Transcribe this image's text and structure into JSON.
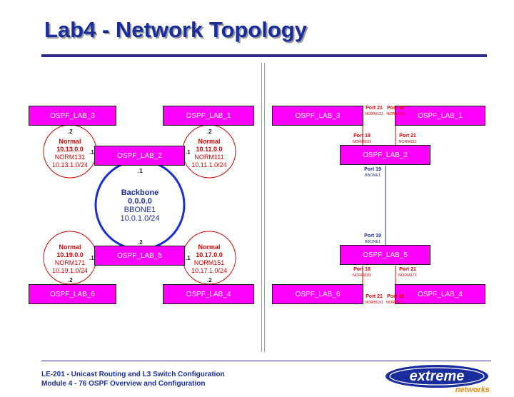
{
  "title": "Lab4 - Network Topology",
  "footer": {
    "line1": "LE-201 - Unicast Routing and L3 Switch Configuration",
    "line2": "Module 4 - 76  OSPF Overview and Configuration"
  },
  "logo": {
    "word": "extreme",
    "sub": "networks"
  },
  "colors": {
    "router_fill": "#ff00ff",
    "title": "#1a2d9c",
    "normal_area": "#d40000",
    "backbone": "#1a2dd8"
  },
  "left": {
    "routers": {
      "lab3": "OSPF_LAB_3",
      "lab1": "OSPF_LAB_1",
      "lab2": "OSPF_LAB_2",
      "lab5": "OSPF_LAB_5",
      "lab6": "OSPF_LAB_6",
      "lab4": "OSPF_LAB_4"
    },
    "areas": {
      "a13": {
        "type": "Normal",
        "id": "10.13.0.0",
        "vlan": "NORM131",
        "subnet": "10.13.1.0/24"
      },
      "a11": {
        "type": "Normal",
        "id": "10.11.0.0",
        "vlan": "NORM111",
        "subnet": "10.11.1.0/24"
      },
      "backbone": {
        "type": "Backbone",
        "id": "0.0.0.0",
        "vlan": "BBONE1",
        "subnet": "10.0.1.0/24"
      },
      "a19": {
        "type": "Normal",
        "id": "10.19.0.0",
        "vlan": "NORM171",
        "subnet": "10.19.1.0/24"
      },
      "a17": {
        "type": "Normal",
        "id": "10.17.0.0",
        "vlan": "NORM151",
        "subnet": "10.17.1.0/24"
      }
    },
    "ips": {
      "a13_top": ".2",
      "a11_top": ".2",
      "a13_lab2": ".1",
      "a11_lab2": ".1",
      "bb_lab2": ".1",
      "bb_lab5": ".2",
      "a19_lab5": ".1",
      "a17_lab5": ".1",
      "a19_bottom": ".2",
      "a17_bottom": ".2"
    }
  },
  "right": {
    "routers": {
      "lab3": "OSPF_LAB_3",
      "lab1": "OSPF_LAB_1",
      "lab2": "OSPF_LAB_2",
      "lab5": "OSPF_LAB_5",
      "lab6": "OSPF_LAB_6",
      "lab4": "OSPF_LAB_4"
    },
    "ports": {
      "lab3_up": {
        "port": "Port 21",
        "vlan": "NORM131"
      },
      "lab1_up": {
        "port": "Port 18",
        "vlan": "NORM111"
      },
      "lab2_left": {
        "port": "Port 18",
        "vlan": "NORM131"
      },
      "lab2_right": {
        "port": "Port 21",
        "vlan": "NORM111"
      },
      "lab2_down": {
        "port": "Port 19",
        "vlan": "BBONE1"
      },
      "lab5_up": {
        "port": "Port 19",
        "vlan": "BBONE1"
      },
      "lab5_left": {
        "port": "Port 18",
        "vlan": "NORM191"
      },
      "lab5_right": {
        "port": "Port 21",
        "vlan": "NORM171"
      },
      "lab6_down": {
        "port": "Port 21",
        "vlan": "NORM191"
      },
      "lab4_down": {
        "port": "Port 18",
        "vlan": "NORM171"
      }
    }
  }
}
